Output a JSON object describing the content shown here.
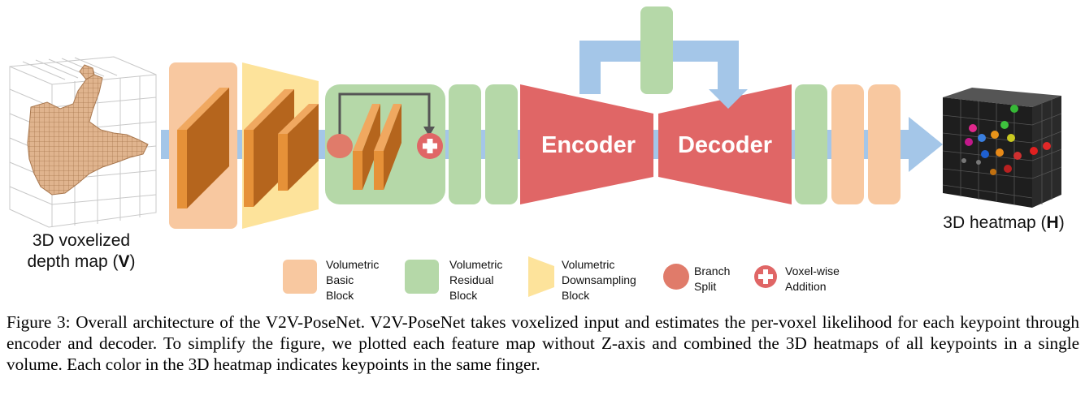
{
  "diagram": {
    "labels": {
      "encoder": "Encoder",
      "decoder": "Decoder"
    },
    "input_label": {
      "line1": "3D voxelized",
      "line2_prefix": "depth map (",
      "symbol": "V",
      "line2_suffix": ")"
    },
    "output_label": {
      "prefix": "3D heatmap (",
      "symbol": "H",
      "suffix": ")"
    },
    "legend": [
      {
        "id": "basic",
        "text": "Volumetric\nBasic\nBlock"
      },
      {
        "id": "residual",
        "text": "Volumetric\nResidual\nBlock"
      },
      {
        "id": "downsampling",
        "text": "Volumetric\nDownsampling\nBlock"
      },
      {
        "id": "split",
        "text": "Branch\nSplit"
      },
      {
        "id": "addition",
        "text": "Voxel-wise\nAddition"
      }
    ],
    "colors": {
      "basic_block": "#f8c8a0",
      "residual_block": "#b5d8a8",
      "downsampling_block": "#fde39b",
      "encoder_decoder": "#e06666",
      "flow_arrow": "#a4c6e8",
      "feature_map": "#e69138",
      "branch_split": "#e07b6a"
    }
  },
  "caption": "Figure 3: Overall architecture of the V2V-PoseNet. V2V-PoseNet takes voxelized input and estimates the per-voxel likelihood for each keypoint through encoder and decoder. To simplify the figure, we plotted each feature map without Z-axis and combined the 3D heatmaps of all keypoints in a single volume. Each color in the 3D heatmap indicates keypoints in the same finger."
}
